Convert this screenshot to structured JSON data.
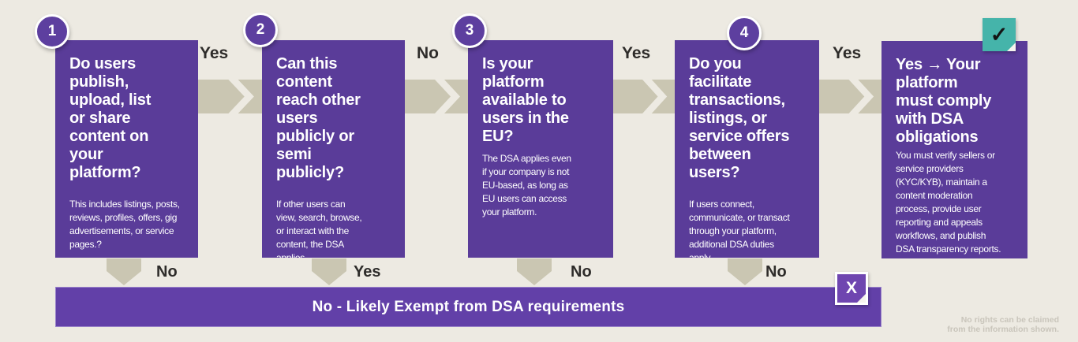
{
  "colors": {
    "background": "#edeae2",
    "box_purple": "#5a3c99",
    "bar_purple": "#6240a8",
    "badge_purple": "#6f46b0",
    "circle_purple": "#5d3f9f",
    "connector_beige": "#cac6b2",
    "check_teal": "#45b4aa",
    "label_dark": "#2e2c2a",
    "footer_gray": "#c9c5bb"
  },
  "steps": [
    {
      "number": "1",
      "title": "Do users\npublish,\nupload, list\nor share\ncontent on\nyour\nplatform?",
      "body": "This includes listings, posts,\nreviews, profiles, offers, gig\nadvertisements, or service\npages.?"
    },
    {
      "number": "2",
      "title": "Can this\ncontent\nreach other\nusers\npublicly or\nsemi\npublicly?",
      "body": "If other users can\nview, search, browse,\nor interact with the\ncontent, the DSA\napplies."
    },
    {
      "number": "3",
      "title": "Is your\nplatform\navailable to\nusers in the\nEU?",
      "body": "The DSA applies even\nif your company is not\nEU-based, as long as\nEU users can access\nyour platform."
    },
    {
      "number": "4",
      "title": "Do you\nfacilitate\ntransactions,\nlistings, or\nservice offers\nbetween\nusers?",
      "body": "If users connect,\ncommunicate, or transact\nthrough your platform,\nadditional DSA duties\napply."
    }
  ],
  "result": {
    "title": "Yes → Your\nplatform\nmust comply\nwith DSA\nobligations",
    "body": "You must verify sellers or\nservice providers\n(KYC/KYB), maintain a\ncontent moderation\nprocess, provide user\nreporting and appeals\nworkflows, and publish\nDSA transparency reports.",
    "badge": "✓"
  },
  "labels": {
    "top": [
      "Yes",
      "No",
      "Yes",
      "Yes"
    ],
    "down": [
      "No",
      "Yes",
      "No",
      "No"
    ]
  },
  "exempt": {
    "label": "No - Likely Exempt from DSA requirements",
    "badge": "X"
  },
  "footer": {
    "note": "No rights can be claimed\nfrom the information shown."
  }
}
